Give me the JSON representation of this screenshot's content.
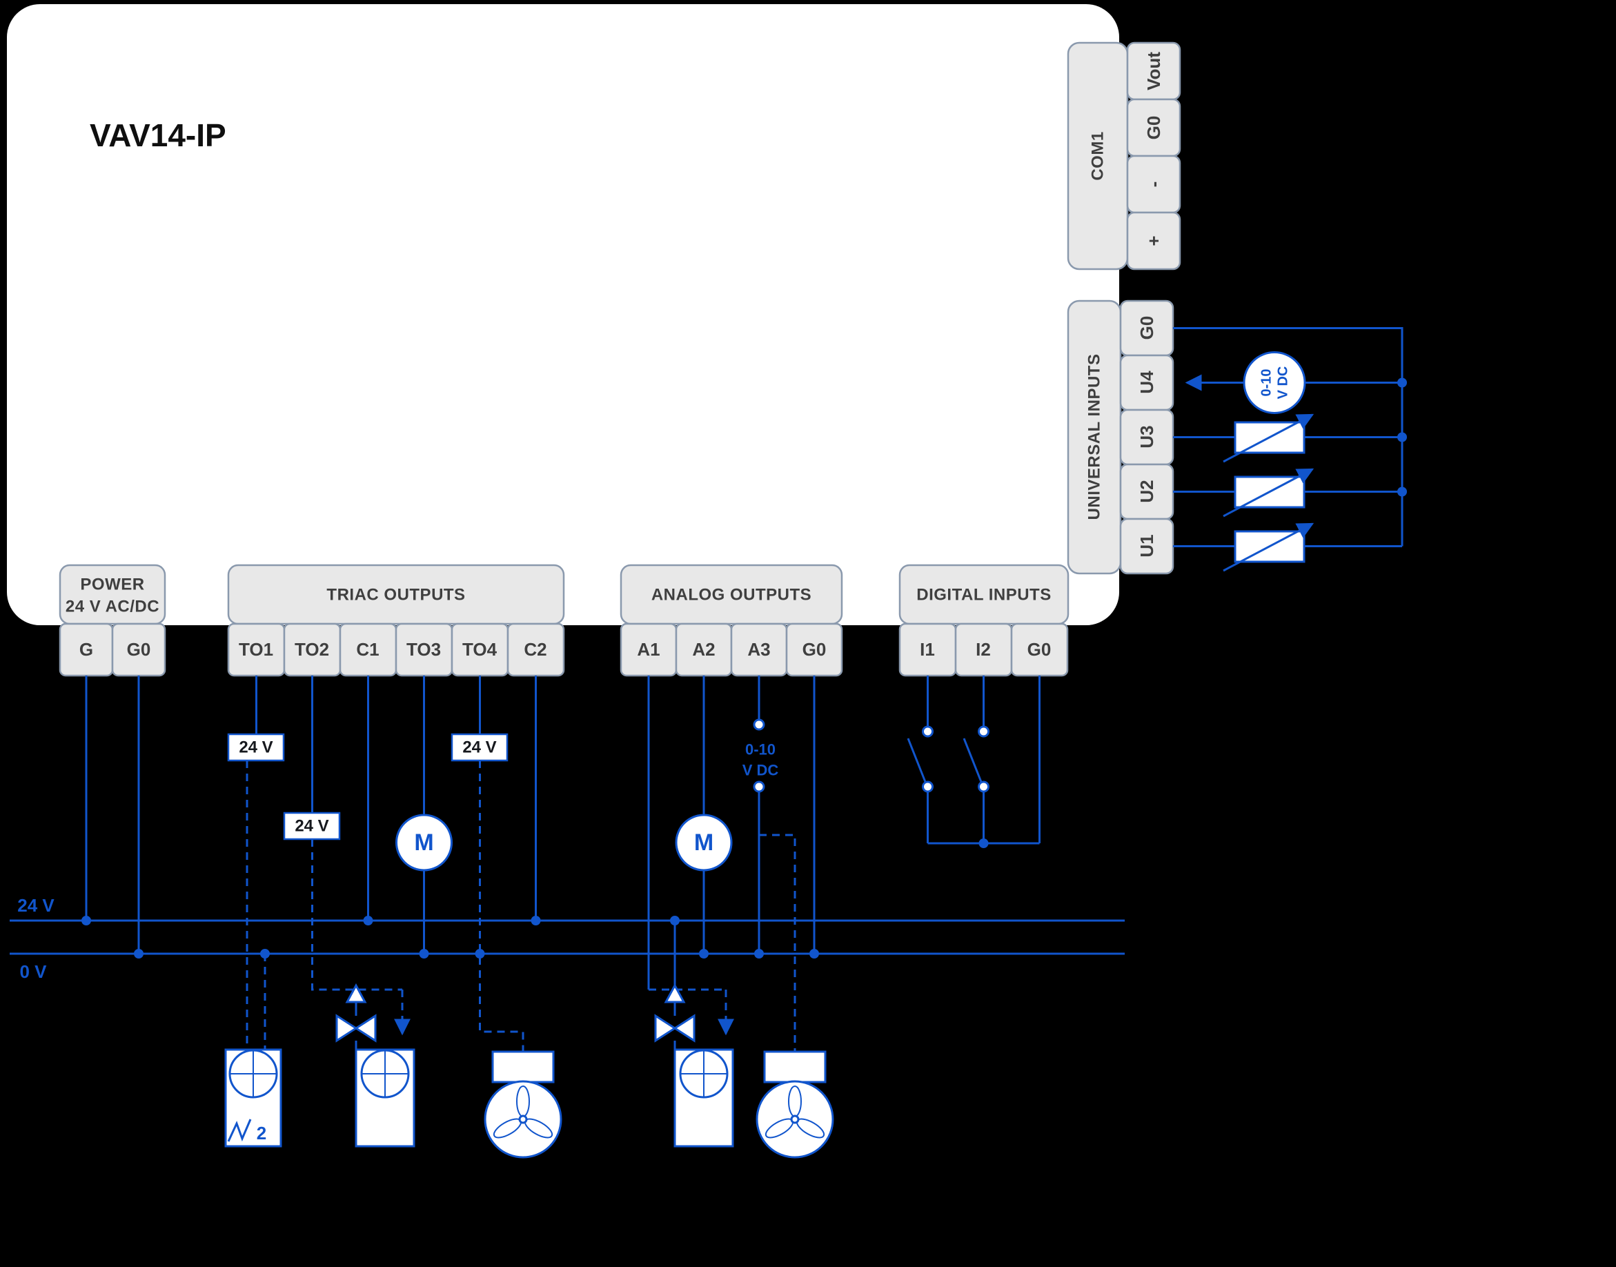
{
  "title": "VAV14-IP",
  "colors": {
    "wire_blue": "#1155cc",
    "device_white": "#ffffff",
    "terminal_gray": "#e8e8e8",
    "terminal_border": "#8a99ad",
    "background_black": "#000000"
  },
  "buses": {
    "v24": "24 V",
    "v0": "0 V"
  },
  "power": {
    "line1": "POWER",
    "line2": "24 V AC/DC",
    "terminals": [
      "G",
      "G0"
    ]
  },
  "triac": {
    "label": "TRIAC OUTPUTS",
    "terminals": [
      "TO1",
      "TO2",
      "C1",
      "TO3",
      "TO4",
      "C2"
    ]
  },
  "analog": {
    "label": "ANALOG OUTPUTS",
    "terminals": [
      "A1",
      "A2",
      "A3",
      "G0"
    ]
  },
  "digital": {
    "label": "DIGITAL INPUTS",
    "terminals": [
      "I1",
      "I2",
      "G0"
    ]
  },
  "com1": {
    "label": "COM1",
    "terminals": [
      "Vout",
      "G0",
      "-",
      "+"
    ]
  },
  "universal": {
    "label": "UNIVERSAL INPUTS",
    "terminals": [
      "G0",
      "U4",
      "U3",
      "U2",
      "U1"
    ]
  },
  "annotations": {
    "tag24": "24 V",
    "motor": "M",
    "probe_line1": "0-10",
    "probe_line2": "V DC",
    "sensor_line1": "0-10",
    "sensor_line2": "V DC",
    "cable_count": "2"
  }
}
